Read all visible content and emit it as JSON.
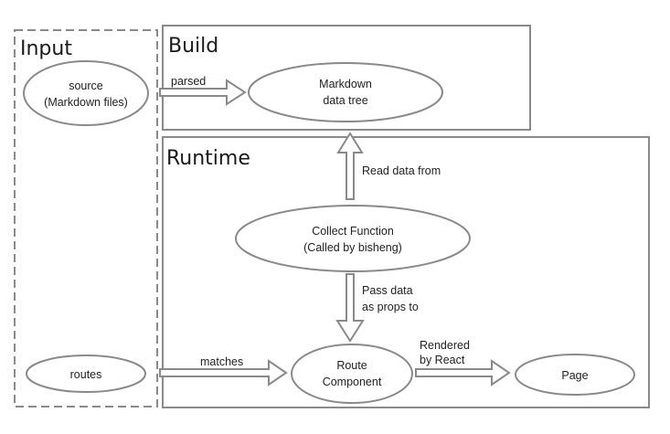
{
  "groups": {
    "input": {
      "title": "Input"
    },
    "build": {
      "title": "Build"
    },
    "runtime": {
      "title": "Runtime"
    }
  },
  "nodes": {
    "source": {
      "line1": "source",
      "line2": "(Markdown files)"
    },
    "markdown_tree": {
      "line1": "Markdown",
      "line2": "data tree"
    },
    "collect_function": {
      "line1": "Collect Function",
      "line2": "(Called by bisheng)"
    },
    "routes": {
      "label": "routes"
    },
    "route_component": {
      "line1": "Route",
      "line2": "Component"
    },
    "page": {
      "label": "Page"
    }
  },
  "edges": {
    "parsed": {
      "label": "parsed"
    },
    "read_data": {
      "label": "Read data from"
    },
    "pass_data": {
      "line1": "Pass data",
      "line2": "as props to"
    },
    "matches": {
      "label": "matches"
    },
    "rendered": {
      "line1": "Rendered",
      "line2": "by React"
    }
  },
  "colors": {
    "stroke": "#8a8a8a",
    "text": "#222222",
    "background": "#ffffff"
  }
}
